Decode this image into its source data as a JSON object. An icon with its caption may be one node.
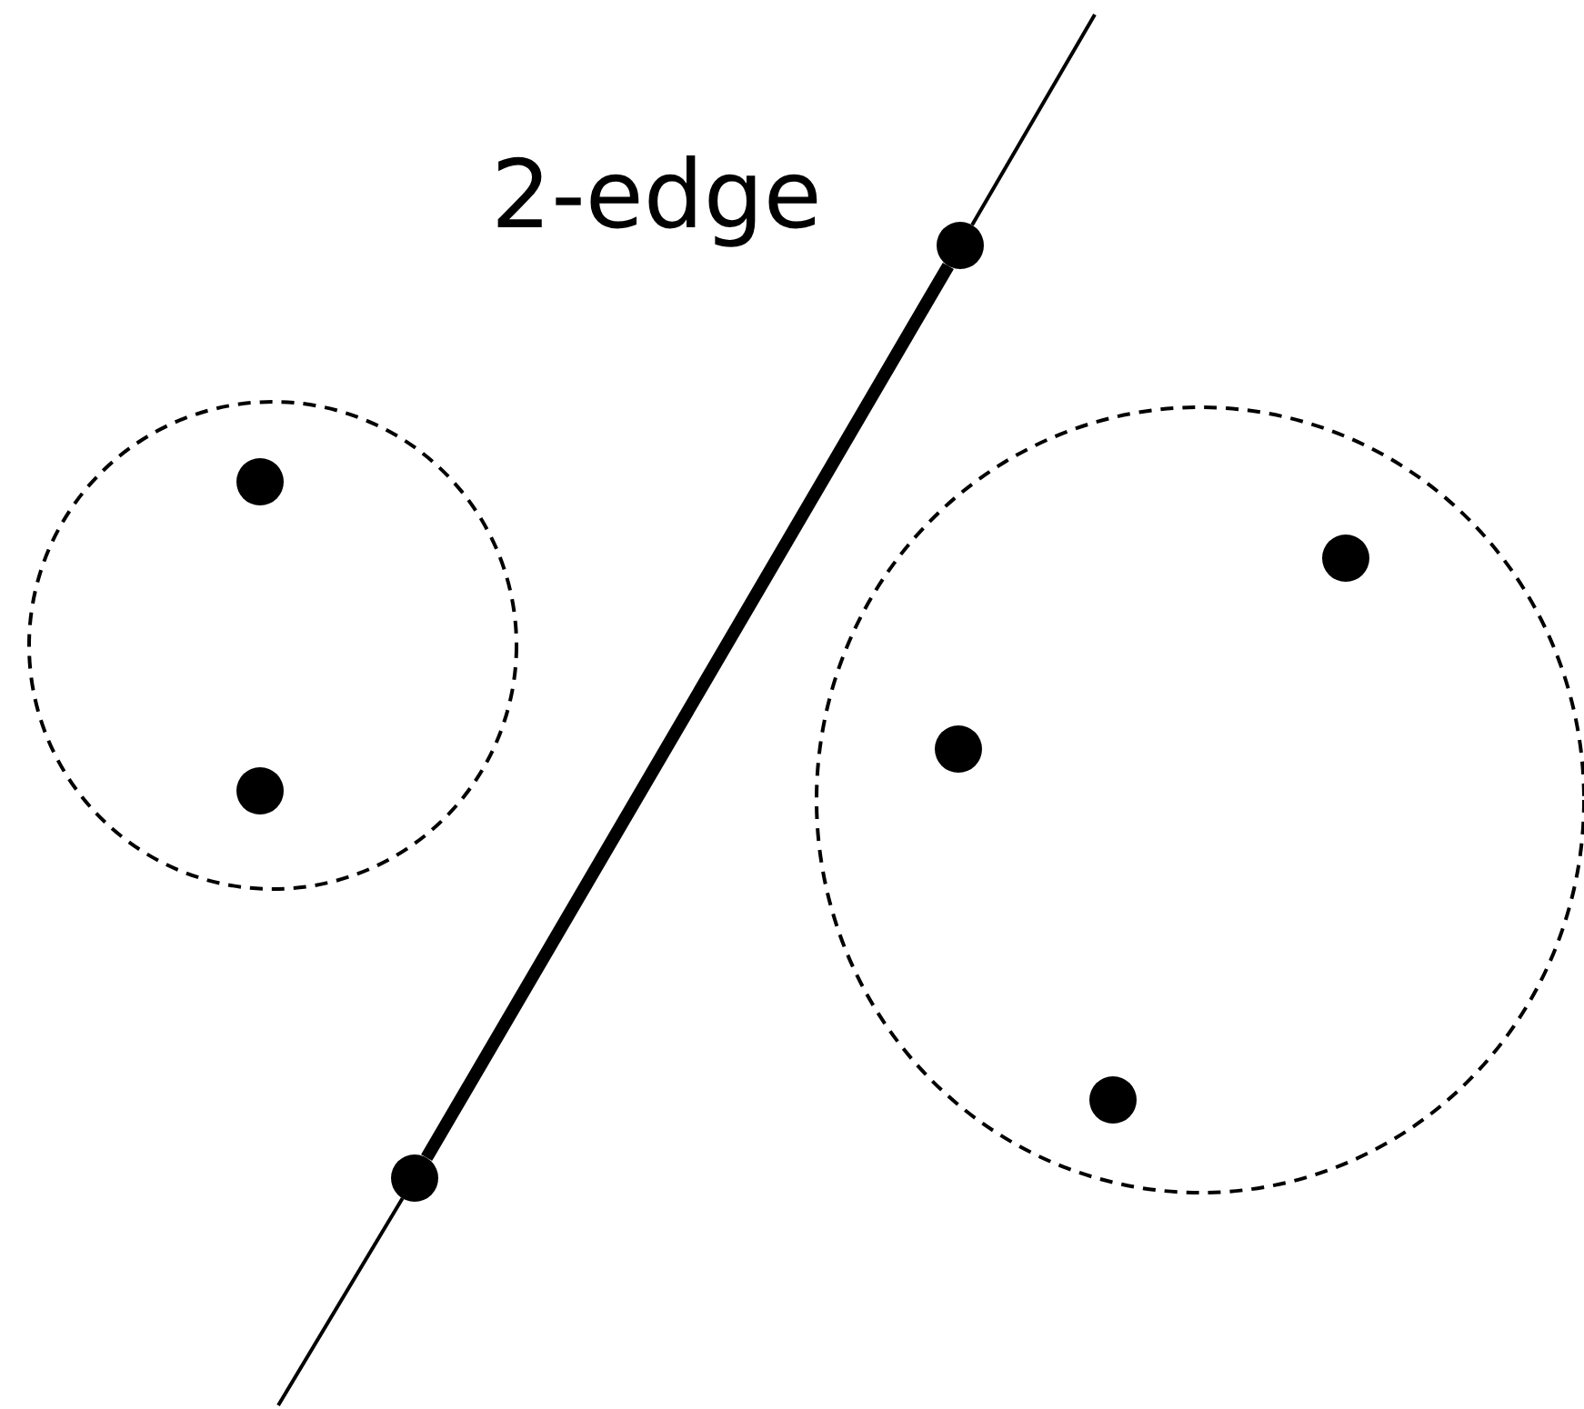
{
  "diagram": {
    "nodes": [
      {
        "text": [],
        "shape": "circle"
      },
      {
        "text": [],
        "shape": "circle",
        "in": 0
      },
      {
        "text": [],
        "shape": "circle",
        "in": 0
      },
      {
        "text": [],
        "shape": "circle"
      },
      {
        "text": [],
        "shape": "circle",
        "in": 3
      },
      {
        "text": [],
        "shape": "circle",
        "in": 3
      },
      {
        "text": [],
        "shape": "circle",
        "in": 3
      },
      {
        "text": [],
        "shape": "circle"
      },
      {
        "text": [],
        "shape": "circle"
      }
    ],
    "edges": [
      {
        "from": null,
        "to": 7,
        "arrow": "none"
      },
      {
        "from": 7,
        "to": 8,
        "arrow": "none",
        "style": "thick",
        "label": "2-edge"
      },
      {
        "from": 8,
        "to": null,
        "arrow": "none"
      }
    ]
  }
}
